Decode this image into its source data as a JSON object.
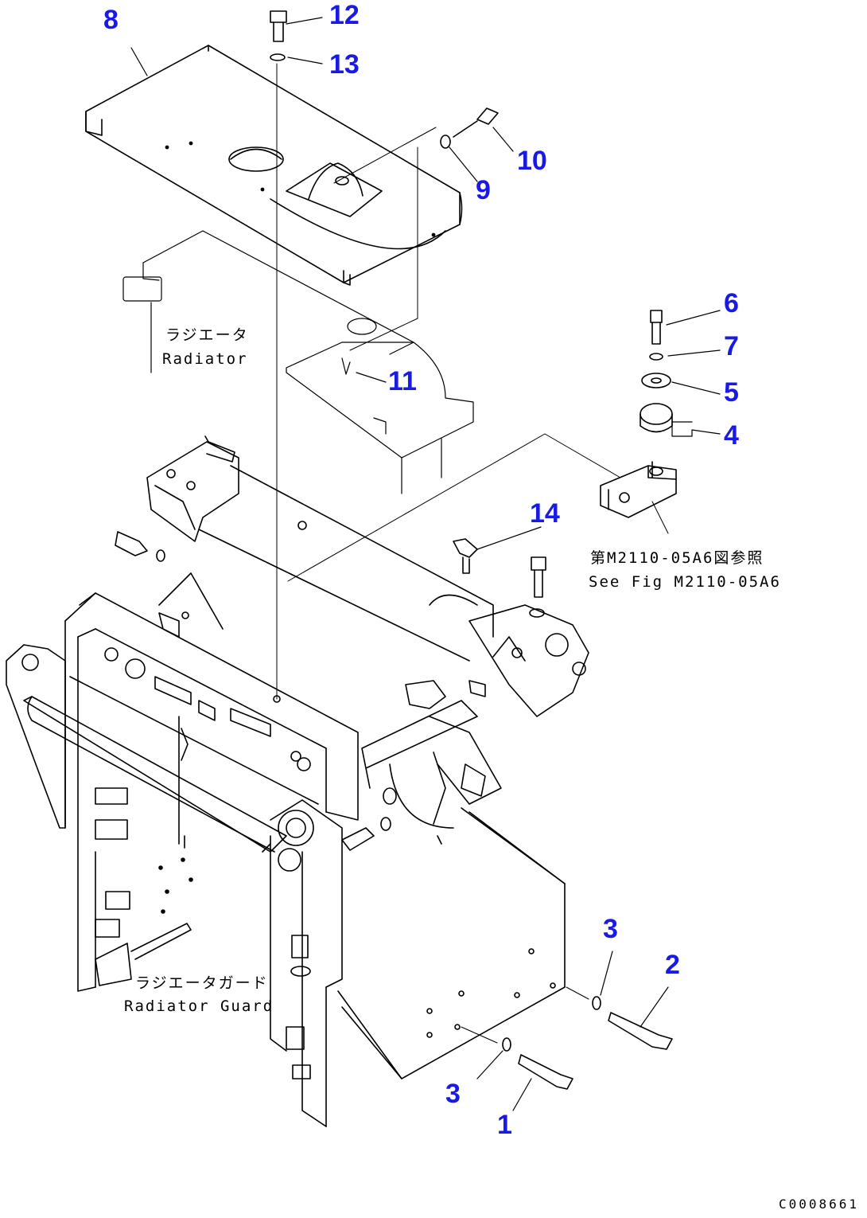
{
  "diagram": {
    "callouts": [
      {
        "id": "1",
        "text": "1"
      },
      {
        "id": "2",
        "text": "2"
      },
      {
        "id": "3a",
        "text": "3"
      },
      {
        "id": "3b",
        "text": "3"
      },
      {
        "id": "4",
        "text": "4"
      },
      {
        "id": "5",
        "text": "5"
      },
      {
        "id": "6",
        "text": "6"
      },
      {
        "id": "7",
        "text": "7"
      },
      {
        "id": "8",
        "text": "8"
      },
      {
        "id": "9",
        "text": "9"
      },
      {
        "id": "10",
        "text": "10"
      },
      {
        "id": "11",
        "text": "11"
      },
      {
        "id": "12",
        "text": "12"
      },
      {
        "id": "13",
        "text": "13"
      },
      {
        "id": "14",
        "text": "14"
      }
    ],
    "labels": {
      "radiator_jp": "ラジエータ",
      "radiator_en": "Radiator",
      "guard_jp": "ラジエータガード",
      "guard_en": "Radiator Guard",
      "see_fig_jp": "第M2110-05A6図参照",
      "see_fig_en": "See Fig M2110-05A6"
    },
    "drawing_number": "C0008661",
    "colors": {
      "callout": "#1a1ae6",
      "line": "#000000",
      "background": "#ffffff"
    }
  }
}
